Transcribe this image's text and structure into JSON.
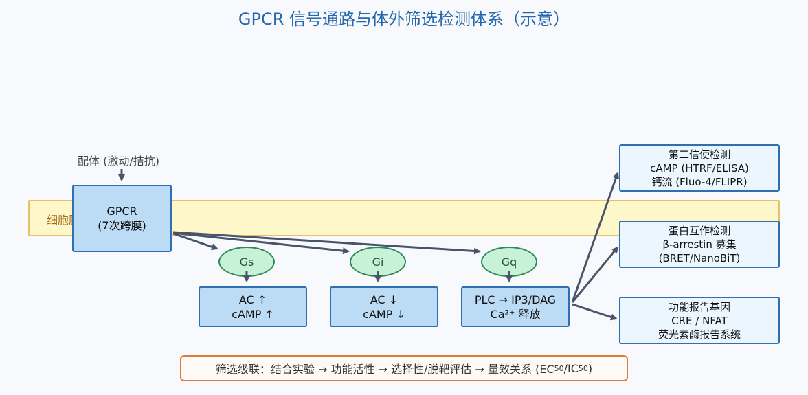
{
  "title": "GPCR 信号通路与体外筛选检测体系（示意）",
  "ligand_label": "配体 (激动/拮抗)",
  "membrane_label": "细胞膜",
  "gpcr": {
    "line1": "GPCR",
    "line2": "(7次跨膜)"
  },
  "g_proteins": {
    "gs": "Gs",
    "gi": "Gi",
    "gq": "Gq"
  },
  "effectors": {
    "gs": {
      "line1": "AC ↑",
      "line2": "cAMP ↑"
    },
    "gi": {
      "line1": "AC ↓",
      "line2": "cAMP ↓"
    },
    "gq": {
      "line1": "PLC → IP3/DAG",
      "line2": "Ca²⁺ 释放"
    }
  },
  "assays": {
    "second_messenger": {
      "line1": "第二信使检测",
      "line2": "cAMP (HTRF/ELISA)",
      "line3": "钙流 (Fluo-4/FLIPR)"
    },
    "protein_interaction": {
      "line1": "蛋白互作检测",
      "line2": "β-arrestin 募集",
      "line3": "(BRET/NanoBiT)"
    },
    "reporter": {
      "line1": "功能报告基因",
      "line2": "CRE / NFAT",
      "line3": "荧光素酶报告系统"
    }
  },
  "footer": {
    "text": "筛选级联：结合实验 → 功能活性 → 选择性/脱靶评估 → 量效关系 (EC",
    "sub1": "50",
    "mid": "/IC",
    "sub2": "50",
    "end": ")"
  },
  "colors": {
    "title": "#2468ad",
    "box_fill": "#bcdcf6",
    "box_border": "#2d6fb0",
    "g_protein_fill": "#c8f2d8",
    "g_protein_border": "#2e8a57",
    "membrane_fill": "#fdf7c9",
    "membrane_border": "#e8c066",
    "arrow": "#4a5468",
    "footer_border": "#e07a3a"
  }
}
